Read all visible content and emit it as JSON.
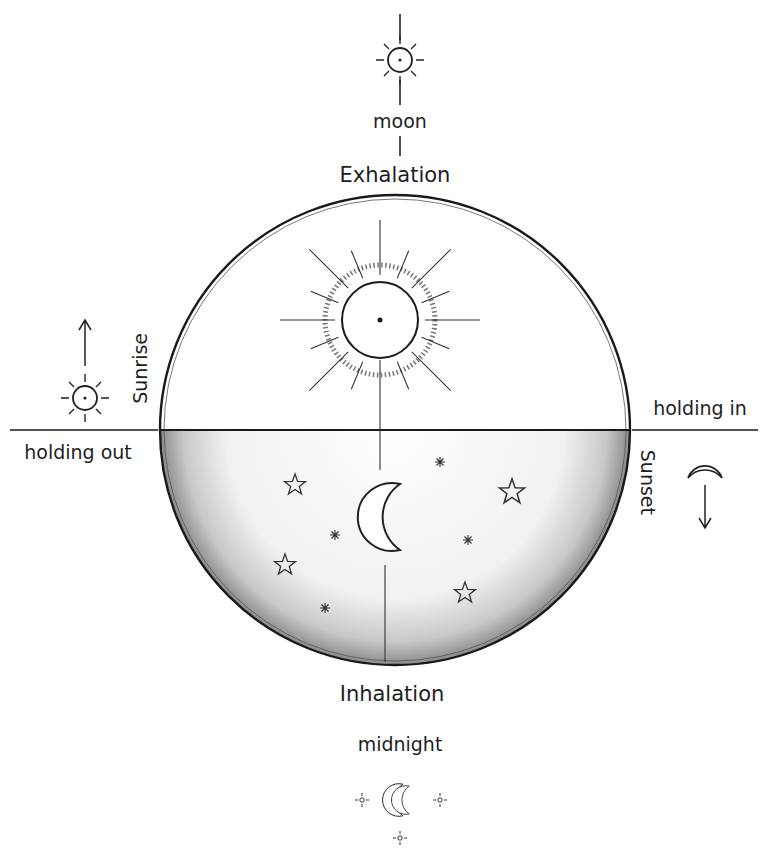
{
  "diagram": {
    "labels": [
      "moon",
      "Exhalation",
      "Sunrise",
      "holding out",
      "holding in",
      "Sunset",
      "Inhalation",
      "midnight"
    ]
  }
}
